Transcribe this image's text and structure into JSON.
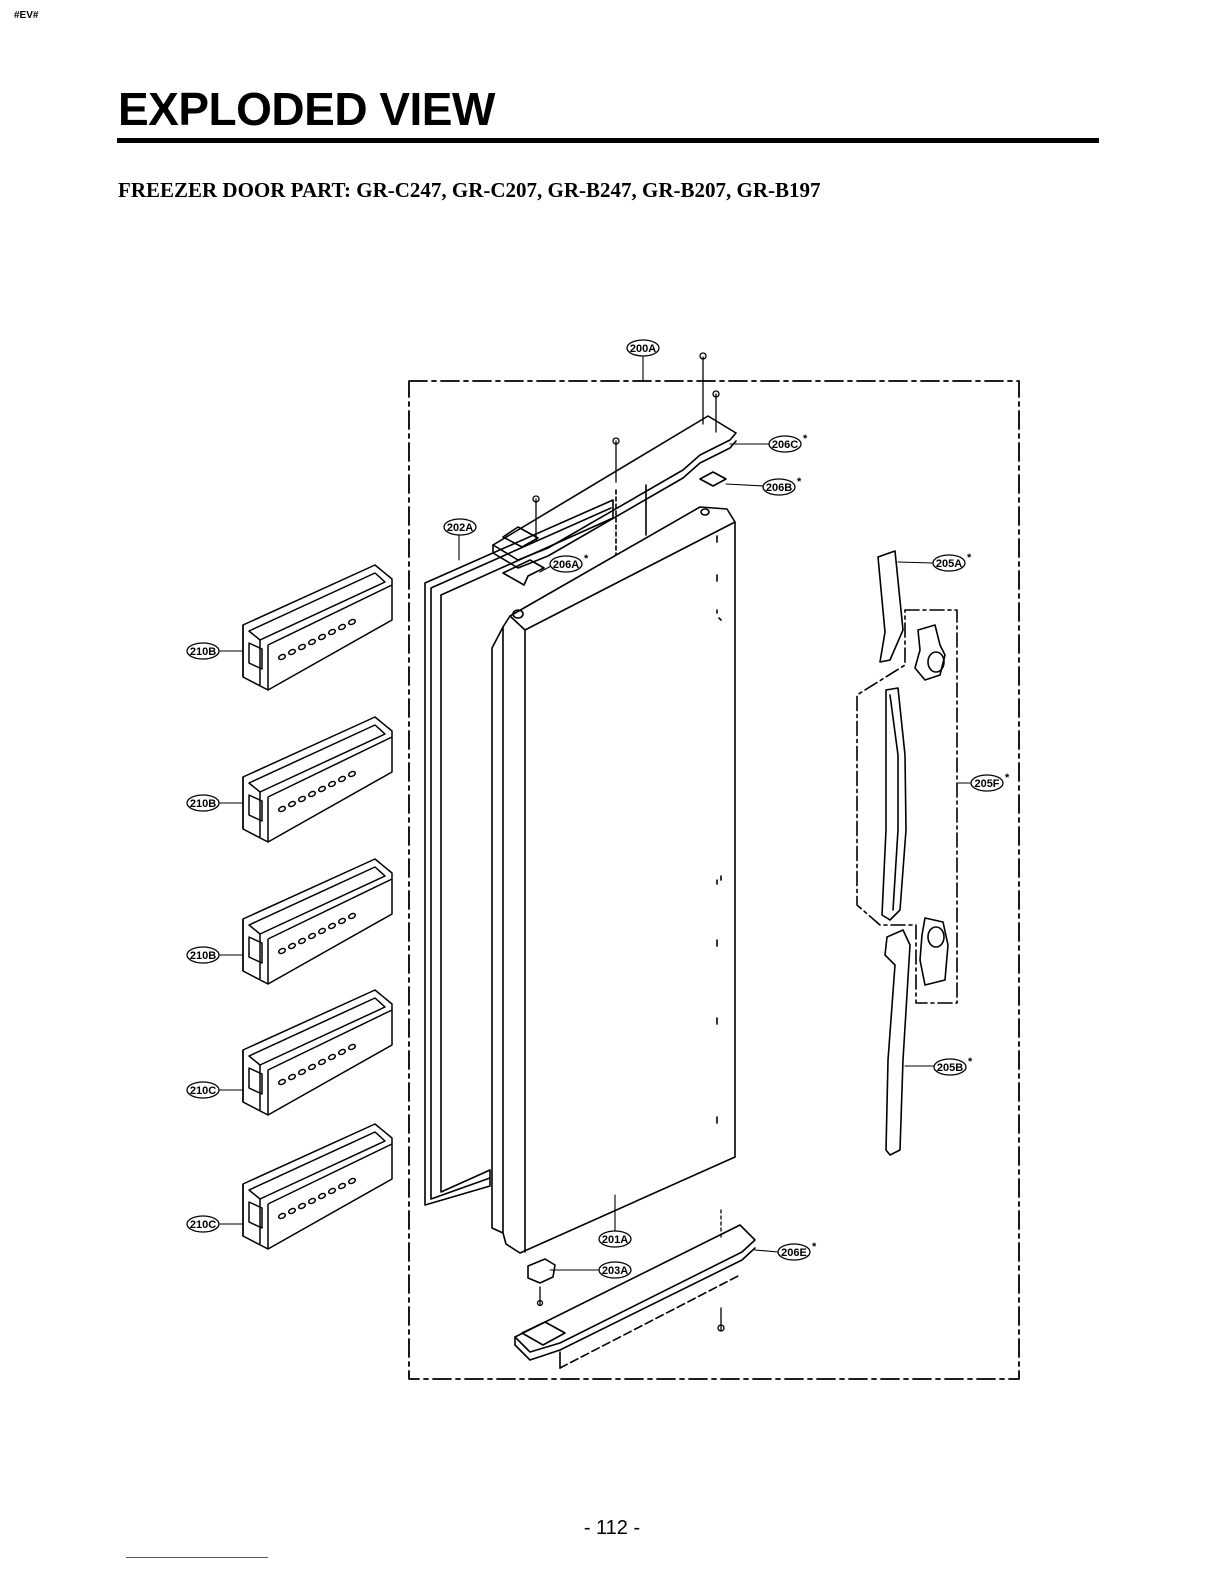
{
  "page": {
    "tag": "#EV#",
    "title": "EXPLODED VIEW",
    "subtitle": "FREEZER DOOR PART: GR-C247, GR-C207, GR-B247, GR-B207, GR-B197",
    "page_number": "- 112 -"
  },
  "callouts": [
    {
      "code": "200A",
      "starred": false
    },
    {
      "code": "206C",
      "starred": true
    },
    {
      "code": "206B",
      "starred": true
    },
    {
      "code": "202A",
      "starred": false
    },
    {
      "code": "206A",
      "starred": true
    },
    {
      "code": "205A",
      "starred": true
    },
    {
      "code": "205F",
      "starred": true
    },
    {
      "code": "205B",
      "starred": true
    },
    {
      "code": "201A",
      "starred": false
    },
    {
      "code": "203A",
      "starred": false
    },
    {
      "code": "206E",
      "starred": true
    },
    {
      "code": "210B",
      "starred": false
    },
    {
      "code": "210B",
      "starred": false
    },
    {
      "code": "210B",
      "starred": false
    },
    {
      "code": "210C",
      "starred": false
    },
    {
      "code": "210C",
      "starred": false
    }
  ],
  "star_symbol": "*"
}
